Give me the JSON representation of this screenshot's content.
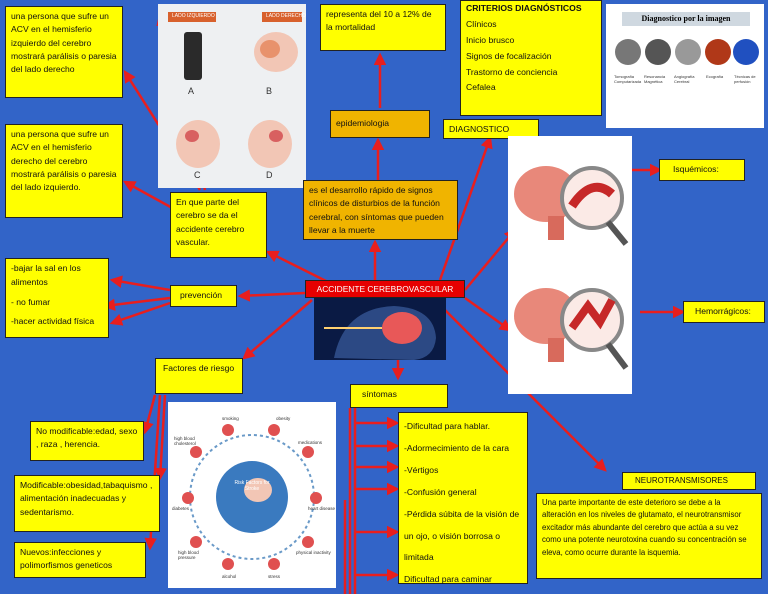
{
  "center": {
    "title": "ACCIDENTE CEREBROVASCULAR"
  },
  "hemisphere": {
    "left_text": "una persona que sufre un ACV en el hemisferio izquierdo del cerebro mostrará parálisis o paresia del lado derecho",
    "right_text": "una persona que sufre un ACV en el hemisferio derecho del cerebro mostrará parálisis o paresia del lado izquierdo.",
    "question": "En que parte del cerebro se da el accidente cerebro vascular.",
    "image_labels": [
      "LADO IZQUIERDO",
      "LADO DERECHO",
      "A",
      "B",
      "C",
      "D"
    ]
  },
  "epidemiology": {
    "label": "epidemiologia",
    "stat": "representa del 10 a 12% de la mortalidad"
  },
  "definition": "es el desarrollo rápido de signos clínicos de disturbios de la función cerebral, con síntomas que pueden llevar a la muerte",
  "diagnostic": {
    "label": "DIAGNOSTICO",
    "criteria": [
      "CRITERIOS DIAGNÓSTICOS",
      "Clínicos",
      "Inicio brusco",
      "Signos de focalización",
      "Trastorno de conciencia",
      "Cefalea"
    ],
    "imaging_title": "Diagnostico por la imagen",
    "imaging_labels": [
      "Tomografía Computarizada",
      "Resonancia Magnética",
      "Angiografía Cerebral",
      "Ecografía",
      "Técnicas de perfusión"
    ]
  },
  "types": {
    "ischemic": "Isquémicos:",
    "hemorrhagic": "Hemorrágicos:"
  },
  "prevention": {
    "label": "prevención",
    "items": [
      "-bajar la sal en los alimentos",
      "- no fumar",
      "-hacer actividad física"
    ]
  },
  "risk_factors": {
    "label": "Factores de riesgo",
    "non_modifiable": "No modificable:edad, sexo , raza , herencia.",
    "modifiable": "Modificable:obesidad,tabaquismo , alimentación inadecuadas y sedentarismo.",
    "new": "Nuevos:infecciones y polimorfismos geneticos",
    "wheel_center": "Risk Factors for Stroke",
    "wheel_labels": [
      "smoking",
      "obesity",
      "medications",
      "heart disease",
      "physical inactivity",
      "stress",
      "alcohol",
      "high blood pressure",
      "diabetes",
      "high blood cholesterol"
    ]
  },
  "symptoms": {
    "label": "síntomas",
    "items": [
      "-Dificultad para hablar.",
      "-Adormecimiento de la cara",
      "-Vértigos",
      "-Confusión general",
      "-Pérdida súbita de la visión de un ojo, o visión borrosa o limitada",
      "Dificultad para caminar"
    ]
  },
  "neuro": {
    "label": "NEUROTRANSMISORES",
    "text": "Una parte importante de este deterioro se debe a la alteración en los niveles de glutamato, el neurotransmisor excitador más abundante del cerebro que actúa a su vez como una potente neurotoxina cuando su concentración se eleva, como ocurre durante la isquemia."
  },
  "colors": {
    "background": "#3264c8",
    "box": "#ffff00",
    "box_alt": "#f0b400",
    "arrow": "#e81e1e"
  }
}
